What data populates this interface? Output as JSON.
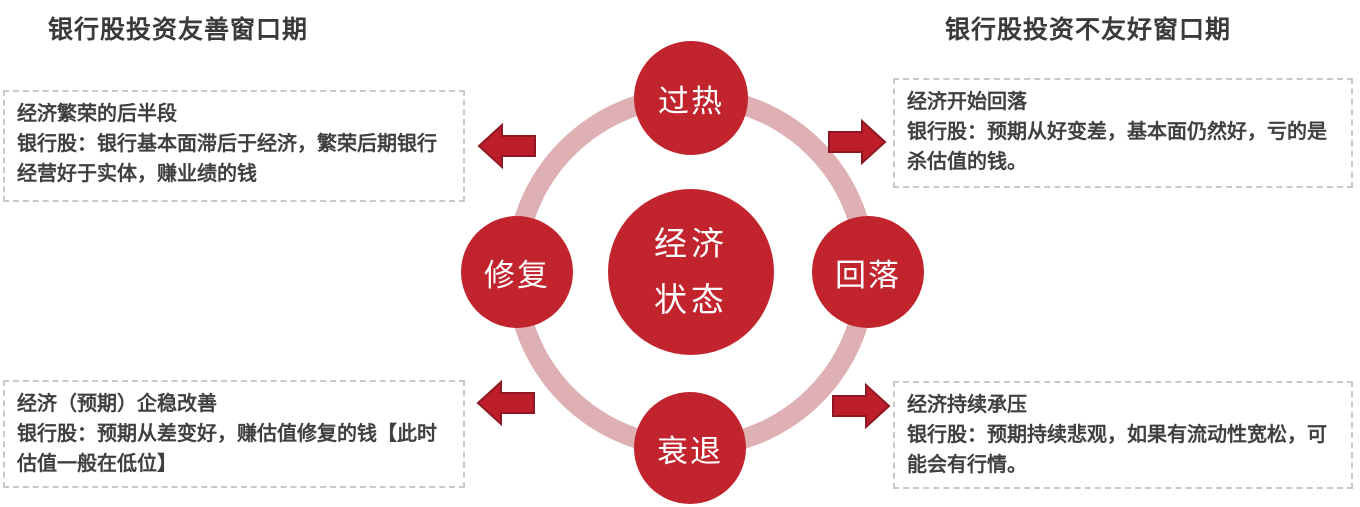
{
  "titles": {
    "left": "银行股投资友善窗口期",
    "right": "银行股投资不友好窗口期"
  },
  "boxes": {
    "top_left": {
      "heading": "经济繁荣的后半段",
      "body": "银行股：银行基本面滞后于经济，繁荣后期银行经营好于实体，赚业绩的钱"
    },
    "bottom_left": {
      "heading": "经济（预期）企稳改善",
      "body": "银行股：预期从差变好，赚估值修复的钱【此时估值一般在低位】"
    },
    "top_right": {
      "heading": "经济开始回落",
      "body": "银行股：预期从好变差，基本面仍然好，亏的是杀估值的钱。"
    },
    "bottom_right": {
      "heading": "经济持续承压",
      "body": "银行股：预期持续悲观，如果有流动性宽松，可能会有行情。"
    }
  },
  "cycle": {
    "center": {
      "line1": "经济",
      "line2": "状态"
    },
    "top": "过热",
    "right": "回落",
    "bottom": "衰退",
    "left": "修复"
  },
  "colors": {
    "circle_red": "#c2242e",
    "ring_pink": "#dfb0b3",
    "arrow_fill": "#be1e2a",
    "arrow_stroke": "#8e1822",
    "text_dark": "#3a3a3a",
    "box_text": "#404040",
    "box_border": "#c9c9c9",
    "page_bg": "#ffffff"
  }
}
